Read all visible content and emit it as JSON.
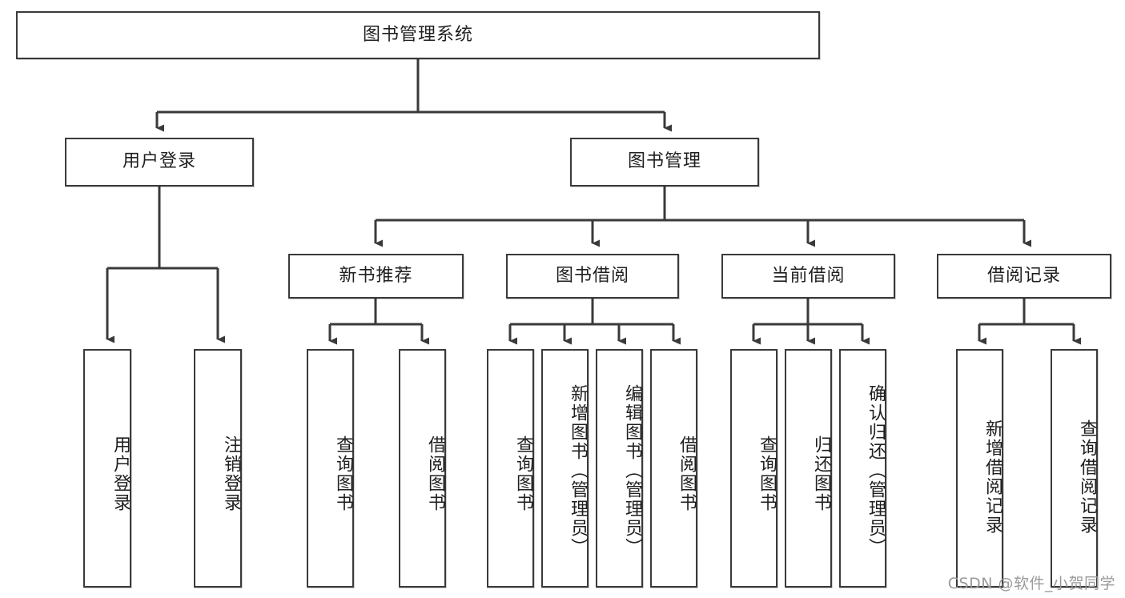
{
  "diagram": {
    "type": "tree-hierarchy-chart",
    "title": "图书管理系统",
    "orientation": "top-down",
    "colors": {
      "box_border": "#3a3a3a",
      "box_fill": "#ffffff",
      "connector": "#3a3a3a",
      "text": "#1f1f1f",
      "watermark": "#9a9a9a",
      "background": "#ffffff"
    },
    "levels": {
      "level1_label": "图书管理系统",
      "level2_labels": [
        "用户登录",
        "图书管理"
      ],
      "level3_labels": [
        "新书推荐",
        "图书借阅",
        "当前借阅",
        "借阅记录"
      ]
    },
    "nodes": {
      "root": {
        "label": "图书管理系统",
        "orientation": "horizontal"
      },
      "user_login": {
        "label": "用户登录",
        "orientation": "horizontal"
      },
      "book_manage": {
        "label": "图书管理",
        "orientation": "horizontal"
      },
      "new_book_rec": {
        "label": "新书推荐",
        "orientation": "horizontal"
      },
      "book_borrow": {
        "label": "图书借阅",
        "orientation": "horizontal"
      },
      "current_borrow": {
        "label": "当前借阅",
        "orientation": "horizontal"
      },
      "borrow_record": {
        "label": "借阅记录",
        "orientation": "horizontal"
      },
      "leaf_user_login": {
        "label": "用户登录",
        "orientation": "vertical"
      },
      "leaf_logout_login": {
        "label": "注销登录",
        "orientation": "vertical"
      },
      "leaf_query_book_1": {
        "label": "查询图书",
        "orientation": "vertical"
      },
      "leaf_borrow_book_1": {
        "label": "借阅图书",
        "orientation": "vertical"
      },
      "leaf_query_book_2": {
        "label": "查询图书",
        "orientation": "vertical"
      },
      "leaf_add_book_admin": {
        "label": "新增图书（管理员）",
        "orientation": "vertical"
      },
      "leaf_edit_book_admin": {
        "label": "编辑图书（管理员）",
        "orientation": "vertical"
      },
      "leaf_borrow_book_2": {
        "label": "借阅图书",
        "orientation": "vertical"
      },
      "leaf_query_book_3": {
        "label": "查询图书",
        "orientation": "vertical"
      },
      "leaf_return_book": {
        "label": "归还图书",
        "orientation": "vertical"
      },
      "leaf_confirm_return_admin": {
        "label": "确认归还（管理员）",
        "orientation": "vertical"
      },
      "leaf_add_borrow_record": {
        "label": "新增借阅记录",
        "orientation": "vertical"
      },
      "leaf_query_borrow_record": {
        "label": "查询借阅记录",
        "orientation": "vertical"
      }
    },
    "edges": [
      {
        "from": "图书管理系统",
        "to": "用户登录"
      },
      {
        "from": "图书管理系统",
        "to": "图书管理"
      },
      {
        "from": "用户登录",
        "to": "用户登录"
      },
      {
        "from": "用户登录",
        "to": "注销登录"
      },
      {
        "from": "图书管理",
        "to": "新书推荐"
      },
      {
        "from": "图书管理",
        "to": "图书借阅"
      },
      {
        "from": "图书管理",
        "to": "当前借阅"
      },
      {
        "from": "图书管理",
        "to": "借阅记录"
      },
      {
        "from": "新书推荐",
        "to": "查询图书"
      },
      {
        "from": "新书推荐",
        "to": "借阅图书"
      },
      {
        "from": "图书借阅",
        "to": "查询图书"
      },
      {
        "from": "图书借阅",
        "to": "新增图书（管理员）"
      },
      {
        "from": "图书借阅",
        "to": "编辑图书（管理员）"
      },
      {
        "from": "图书借阅",
        "to": "借阅图书"
      },
      {
        "from": "当前借阅",
        "to": "查询图书"
      },
      {
        "from": "当前借阅",
        "to": "归还图书"
      },
      {
        "from": "当前借阅",
        "to": "确认归还（管理员）"
      },
      {
        "from": "借阅记录",
        "to": "新增借阅记录"
      },
      {
        "from": "借阅记录",
        "to": "查询借阅记录"
      }
    ]
  },
  "watermark": {
    "text": "CSDN @软件_小贺同学"
  }
}
